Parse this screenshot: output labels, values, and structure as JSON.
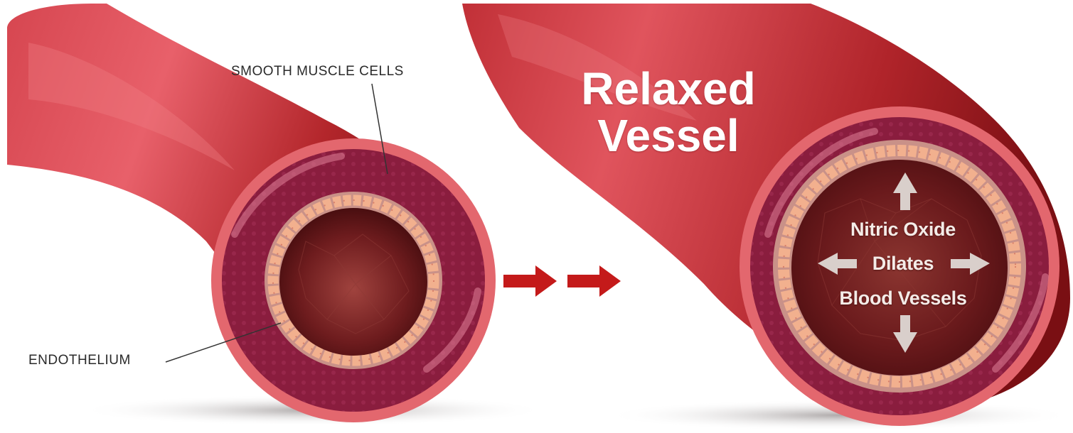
{
  "labels": {
    "smooth_muscle": "SMOOTH MUSCLE CELLS",
    "endothelium": "ENDOTHELIUM"
  },
  "title": {
    "line1": "Relaxed",
    "line2": "Vessel"
  },
  "lumen_text": {
    "line1": "Nitric Oxide",
    "line2": "Dilates",
    "line3": "Blood Vessels"
  },
  "colors": {
    "vessel_dark": "#8e1418",
    "vessel_mid": "#c0282c",
    "vessel_light": "#e8606a",
    "outer_ring": "#e3676e",
    "muscle_layer": "#8a1d3e",
    "basement_layer": "#c99188",
    "endothelial_cells": "#f2b08e",
    "lumen": "#5e1216",
    "arrow_red": "#c41a1a",
    "arrow_grey": "#d9cfcb"
  }
}
